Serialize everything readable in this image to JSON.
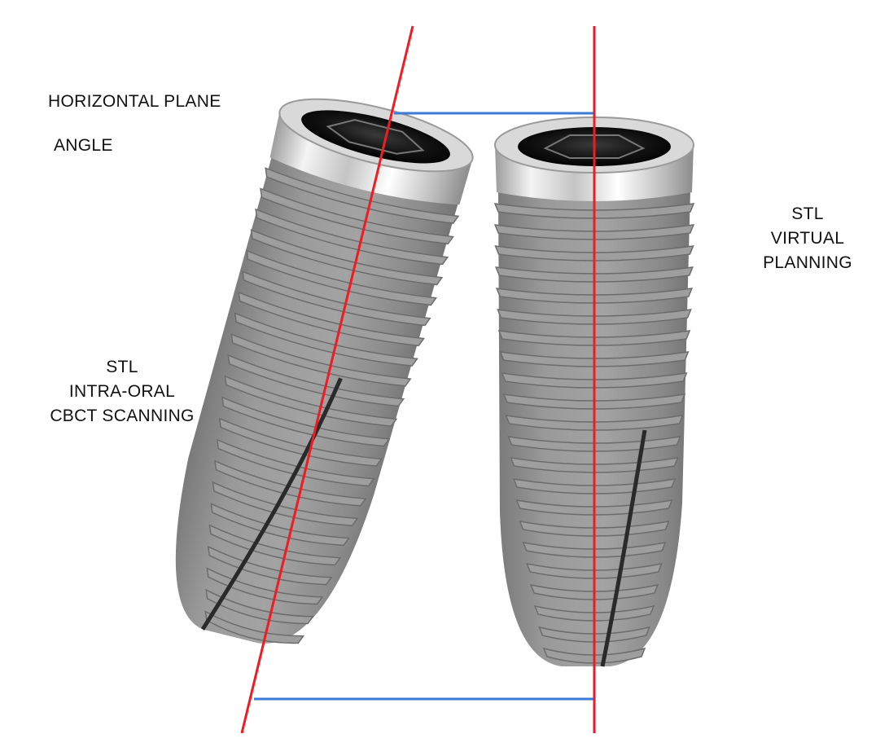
{
  "labels": {
    "horizontal_plane": "HORIZONTAL PLANE",
    "angle": "ANGLE",
    "right_implant": [
      "STL",
      "VIRTUAL",
      "PLANNING"
    ],
    "left_implant": [
      "STL",
      "INTRA-ORAL",
      "CBCT SCANNING"
    ]
  },
  "colors": {
    "axis_line": "#ee1c24",
    "plane_line": "#3a7bd5",
    "implant_body": "#8d8d8d",
    "implant_thread_dark": "#6c6c6c",
    "implant_collar": "#d8d8d8",
    "implant_socket": "#0c0c0c"
  }
}
